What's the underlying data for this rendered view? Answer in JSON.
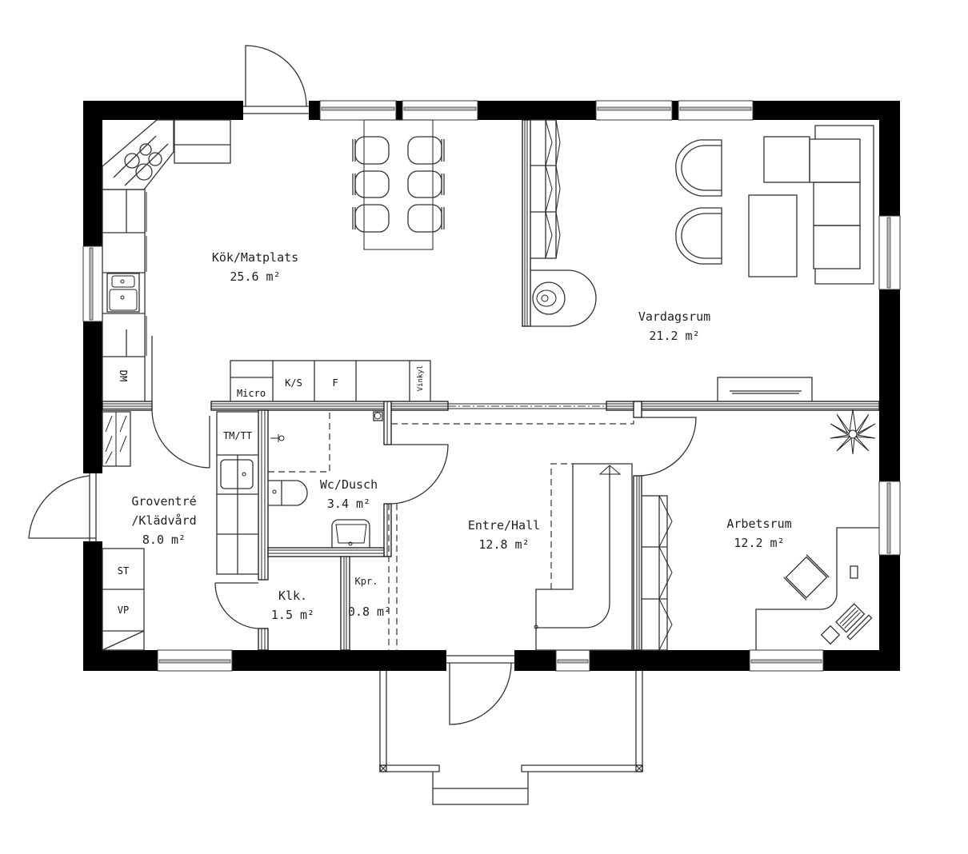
{
  "plan": {
    "rooms": [
      {
        "id": "kok",
        "name": "Kök/Matplats",
        "area": "25.6 m²"
      },
      {
        "id": "vardagsrum",
        "name": "Vardagsrum",
        "area": "21.2 m²"
      },
      {
        "id": "groventre",
        "name": "Groventré",
        "name2": "/Klädvård",
        "area": "8.0 m²"
      },
      {
        "id": "wc",
        "name": "Wc/Dusch",
        "area": "3.4 m²"
      },
      {
        "id": "entre",
        "name": "Entre/Hall",
        "area": "12.8 m²"
      },
      {
        "id": "arbetsrum",
        "name": "Arbetsrum",
        "area": "12.2 m²"
      },
      {
        "id": "klk",
        "name": "Klk.",
        "area": "1.5 m²"
      },
      {
        "id": "kpr",
        "name": "Kpr.",
        "area": "0.8 m²"
      }
    ],
    "fixtures": {
      "dm": "DM",
      "micro": "Micro",
      "ks": "K/S",
      "f": "F",
      "vinkyl": "Vinkyl",
      "tmtt": "TM/TT",
      "st": "ST",
      "vp": "VP"
    }
  }
}
